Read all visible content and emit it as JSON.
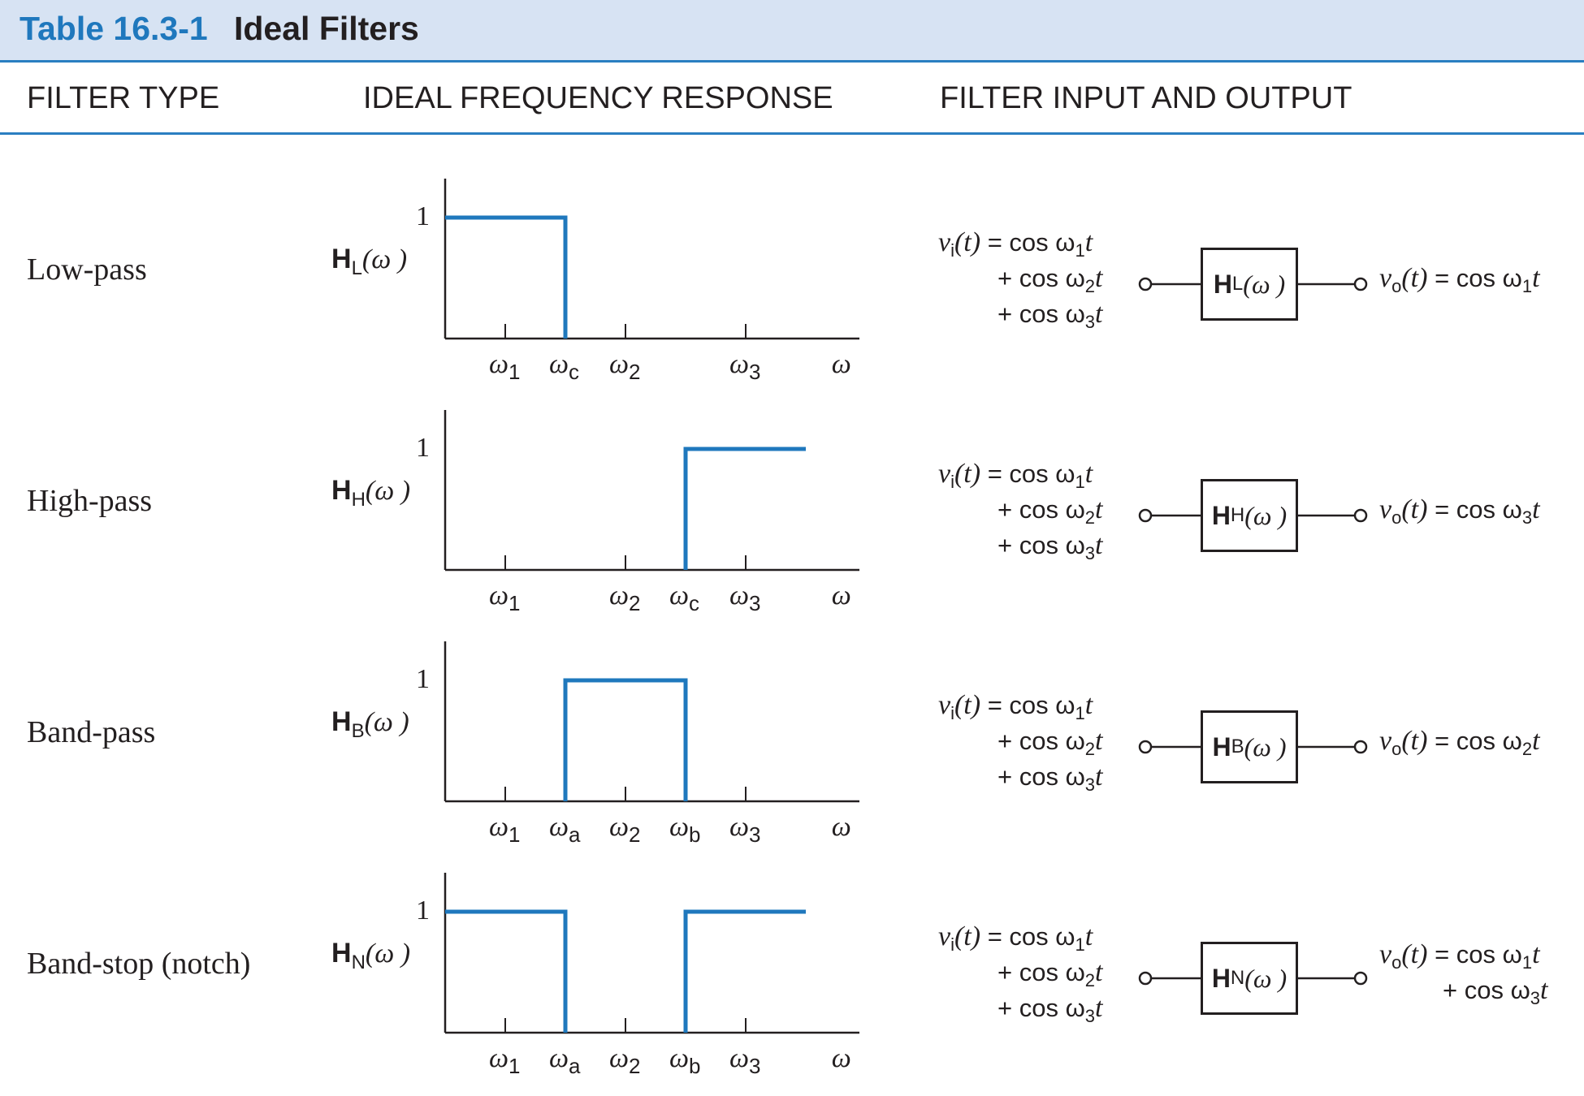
{
  "header": {
    "table_number": "Table 16.3-1",
    "table_title": "Ideal Filters"
  },
  "columns": [
    "FILTER TYPE",
    "IDEAL FREQUENCY RESPONSE",
    "FILTER INPUT AND OUTPUT"
  ],
  "rows": [
    {
      "filter_type": "Low-pass",
      "h_letter": "H",
      "h_sub": "L",
      "h_arg": "(ω )",
      "gain_label": "1",
      "response": {
        "passband": [
          [
            0,
            2
          ]
        ],
        "cutoffs": [
          "ωc"
        ]
      },
      "ticks": [
        {
          "sym": "ω",
          "sub": "1",
          "pos": 1
        },
        {
          "sym": "ω",
          "sub": "c",
          "pos": 2
        },
        {
          "sym": "ω",
          "sub": "2",
          "pos": 3
        },
        {
          "sym": "ω",
          "sub": "3",
          "pos": 5
        },
        {
          "sym": "ω",
          "sub": "",
          "pos": 6.7
        }
      ],
      "input": {
        "lhs": "v",
        "lhs_sub": "i",
        "lhs_arg": "(t)",
        "line1": "= cos ω",
        "line1_sub": "1",
        "line1_end": "t",
        "line2": "+ cos ω",
        "line2_sub": "2",
        "line2_end": "t",
        "line3": "+ cos ω",
        "line3_sub": "3",
        "line3_end": "t"
      },
      "output": {
        "lhs": "v",
        "lhs_sub": "o",
        "lhs_arg": "(t)",
        "line1": "= cos ω",
        "line1_sub": "1",
        "line1_end": "t",
        "line2": "",
        "line2_sub": "",
        "line2_end": ""
      }
    },
    {
      "filter_type": "High-pass",
      "h_letter": "H",
      "h_sub": "H",
      "h_arg": "(ω )",
      "gain_label": "1",
      "response": {
        "passband": [
          [
            4,
            6
          ]
        ],
        "cutoffs": [
          "ωc"
        ]
      },
      "ticks": [
        {
          "sym": "ω",
          "sub": "1",
          "pos": 1
        },
        {
          "sym": "ω",
          "sub": "2",
          "pos": 3
        },
        {
          "sym": "ω",
          "sub": "c",
          "pos": 4
        },
        {
          "sym": "ω",
          "sub": "3",
          "pos": 5
        },
        {
          "sym": "ω",
          "sub": "",
          "pos": 6.7
        }
      ],
      "input": {
        "lhs": "v",
        "lhs_sub": "i",
        "lhs_arg": "(t)",
        "line1": "= cos ω",
        "line1_sub": "1",
        "line1_end": "t",
        "line2": "+ cos ω",
        "line2_sub": "2",
        "line2_end": "t",
        "line3": "+ cos ω",
        "line3_sub": "3",
        "line3_end": "t"
      },
      "output": {
        "lhs": "v",
        "lhs_sub": "o",
        "lhs_arg": "(t)",
        "line1": "= cos ω",
        "line1_sub": "3",
        "line1_end": "t",
        "line2": "",
        "line2_sub": "",
        "line2_end": ""
      }
    },
    {
      "filter_type": "Band-pass",
      "h_letter": "H",
      "h_sub": "B",
      "h_arg": "(ω )",
      "gain_label": "1",
      "response": {
        "passband": [
          [
            2,
            4
          ]
        ],
        "cutoffs": [
          "ωa",
          "ωb"
        ]
      },
      "ticks": [
        {
          "sym": "ω",
          "sub": "1",
          "pos": 1
        },
        {
          "sym": "ω",
          "sub": "a",
          "pos": 2
        },
        {
          "sym": "ω",
          "sub": "2",
          "pos": 3
        },
        {
          "sym": "ω",
          "sub": "b",
          "pos": 4
        },
        {
          "sym": "ω",
          "sub": "3",
          "pos": 5
        },
        {
          "sym": "ω",
          "sub": "",
          "pos": 6.7
        }
      ],
      "input": {
        "lhs": "v",
        "lhs_sub": "i",
        "lhs_arg": "(t)",
        "line1": "= cos ω",
        "line1_sub": "1",
        "line1_end": "t",
        "line2": "+ cos ω",
        "line2_sub": "2",
        "line2_end": "t",
        "line3": "+ cos ω",
        "line3_sub": "3",
        "line3_end": "t"
      },
      "output": {
        "lhs": "v",
        "lhs_sub": "o",
        "lhs_arg": "(t)",
        "line1": "= cos ω",
        "line1_sub": "2",
        "line1_end": "t",
        "line2": "",
        "line2_sub": "",
        "line2_end": ""
      }
    },
    {
      "filter_type": "Band-stop (notch)",
      "h_letter": "H",
      "h_sub": "N",
      "h_arg": "(ω )",
      "gain_label": "1",
      "response": {
        "passband": [
          [
            0,
            2
          ],
          [
            4,
            6
          ]
        ],
        "cutoffs": [
          "ωa",
          "ωb"
        ]
      },
      "ticks": [
        {
          "sym": "ω",
          "sub": "1",
          "pos": 1
        },
        {
          "sym": "ω",
          "sub": "a",
          "pos": 2
        },
        {
          "sym": "ω",
          "sub": "2",
          "pos": 3
        },
        {
          "sym": "ω",
          "sub": "b",
          "pos": 4
        },
        {
          "sym": "ω",
          "sub": "3",
          "pos": 5
        },
        {
          "sym": "ω",
          "sub": "",
          "pos": 6.7
        }
      ],
      "input": {
        "lhs": "v",
        "lhs_sub": "i",
        "lhs_arg": "(t)",
        "line1": "= cos ω",
        "line1_sub": "1",
        "line1_end": "t",
        "line2": "+ cos ω",
        "line2_sub": "2",
        "line2_end": "t",
        "line3": "+ cos ω",
        "line3_sub": "3",
        "line3_end": "t"
      },
      "output": {
        "lhs": "v",
        "lhs_sub": "o",
        "lhs_arg": "(t)",
        "line1": "= cos ω",
        "line1_sub": "1",
        "line1_end": "t",
        "line2": "+ cos ω",
        "line2_sub": "3",
        "line2_end": "t"
      }
    }
  ],
  "colors": {
    "accent": "#1f78bd",
    "header_bg": "#d7e3f3",
    "ink": "#231f20"
  }
}
